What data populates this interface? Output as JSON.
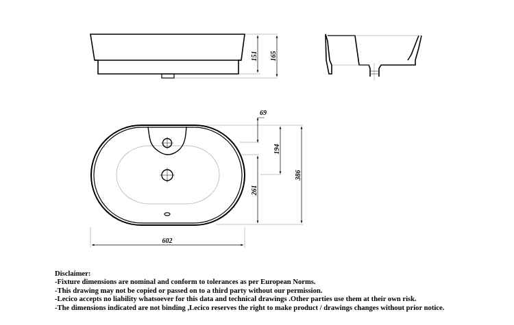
{
  "dimensions": {
    "front_height_inner": "151",
    "front_height_total": "165",
    "tap_hole_offset": "69",
    "tap_to_waste": "194",
    "waste_to_edge": "261",
    "depth": "386",
    "width": "602"
  },
  "disclaimer": {
    "title": "Disclaimer:",
    "lines": [
      "-Fixture dimensions are nominal and conform to tolerances as per European Norms.",
      "-This drawing may not be copied or passed on to a third party without our permission.",
      "-Lecico accepts no liability whatsoever for this data and technical drawings .Other parties use them at their own risk.",
      "-The dimensions indicated are not binding ,Lecico reserves the right to make product / drawings changes without prior notice."
    ]
  }
}
